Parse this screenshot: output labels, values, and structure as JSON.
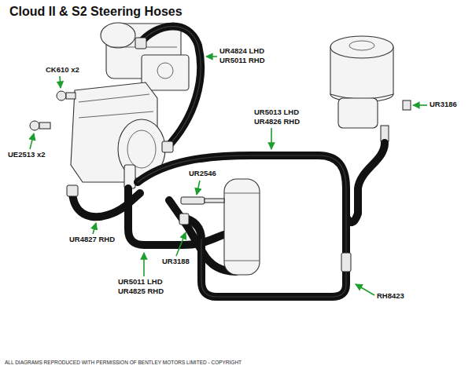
{
  "diagram": {
    "title": "Cloud II & S2 Steering Hoses",
    "labels": [
      "UR4824 LHD",
      "UR5011 RHD",
      "CK610 x2",
      "UR5013 LHD",
      "UR4826 RHD",
      "UR3186",
      "UE2513 x2",
      "UR2546",
      "UR4827 RHD",
      "UR3188",
      "UR5011 LHD",
      "UR4825 RHD",
      "RH8423",
      "ALL DIAGRAMS REPRODUCED WITH PERMISSION OF BENTLEY MOTORS LIMITED - COPYRIGHT"
    ]
  }
}
